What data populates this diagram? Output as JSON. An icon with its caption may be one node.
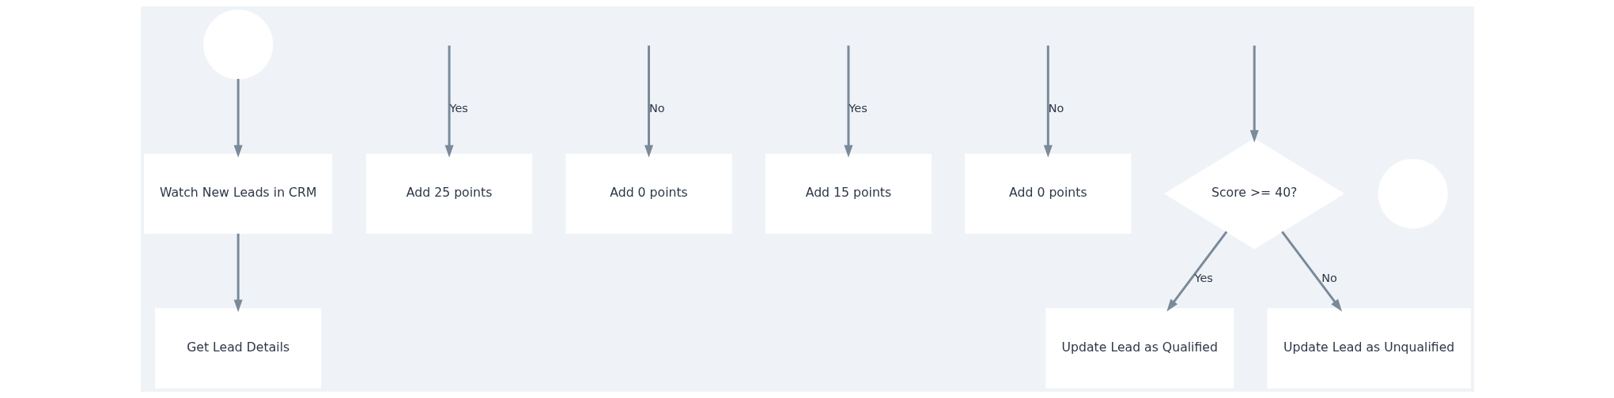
{
  "diagram": {
    "nodes": [
      {
        "text": [],
        "shape": "circle"
      },
      {
        "text": [
          "Watch New Leads in CRM"
        ]
      },
      {
        "text": [
          "Add 25 points"
        ]
      },
      {
        "text": [
          "Add 0 points"
        ]
      },
      {
        "text": [
          "Add 15 points"
        ]
      },
      {
        "text": [
          "Add 0 points"
        ]
      },
      {
        "text": [
          "Score >= 40?"
        ]
      },
      {
        "text": [],
        "shape": "circle"
      },
      {
        "text": [
          "Get Lead Details"
        ]
      },
      {
        "text": [
          "Update Lead as Qualified"
        ]
      },
      {
        "text": [
          "Update Lead as Unqualified"
        ]
      }
    ],
    "edges": [
      {
        "from": 0,
        "to": 1,
        "arrow": "to"
      },
      {
        "from": 1,
        "to": 8,
        "arrow": "to"
      },
      {
        "from": null,
        "to": 2,
        "arrow": "to",
        "label": "Yes"
      },
      {
        "from": null,
        "to": 3,
        "arrow": "to",
        "label": "No"
      },
      {
        "from": null,
        "to": 4,
        "arrow": "to",
        "label": "Yes"
      },
      {
        "from": null,
        "to": 5,
        "arrow": "to",
        "label": "No"
      },
      {
        "from": null,
        "to": 6,
        "arrow": "to"
      },
      {
        "from": 6,
        "to": 9,
        "arrow": "to",
        "label": "Yes"
      },
      {
        "from": 6,
        "to": 10,
        "arrow": "to",
        "label": "No"
      }
    ]
  }
}
